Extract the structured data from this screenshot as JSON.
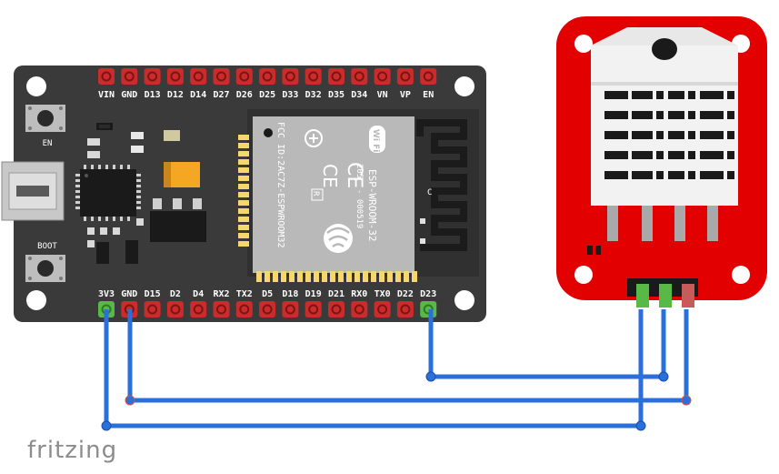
{
  "board": {
    "top_pins": [
      "VIN",
      "GND",
      "D13",
      "D12",
      "D14",
      "D27",
      "D26",
      "D25",
      "D33",
      "D32",
      "D35",
      "D34",
      "VN",
      "VP",
      "EN"
    ],
    "bottom_pins": [
      "3V3",
      "GND",
      "D15",
      "D2",
      "D4",
      "RX2",
      "TX2",
      "D5",
      "D18",
      "D19",
      "D21",
      "RX0",
      "TX0",
      "D22",
      "D23"
    ],
    "button_en_label": "EN",
    "button_boot_label": "BOOT",
    "module": {
      "fcc_line": "FCC ID:2AC7Z-ESPWROOM32",
      "name": "ESP-WROOM-32",
      "code1": "205",
      "code2": "- 000519",
      "wifi": "Wi Fi",
      "ce": "CE",
      "r": "R"
    },
    "antenna_mark": "C"
  },
  "connections": [
    {
      "from": "3V3",
      "to": "sensor-pin-1"
    },
    {
      "from": "GND",
      "to": "sensor-pin-3"
    },
    {
      "from": "D23",
      "to": "sensor-pin-2"
    }
  ],
  "colors": {
    "pcb": "#3a3a3a",
    "header_pin": "#cc2b2b",
    "wire": "#2a6fdb",
    "sensor_board": "#e20000",
    "sensor_body": "#f2f2f2",
    "connected_pin": "#58b947"
  },
  "brand": "fritzing"
}
